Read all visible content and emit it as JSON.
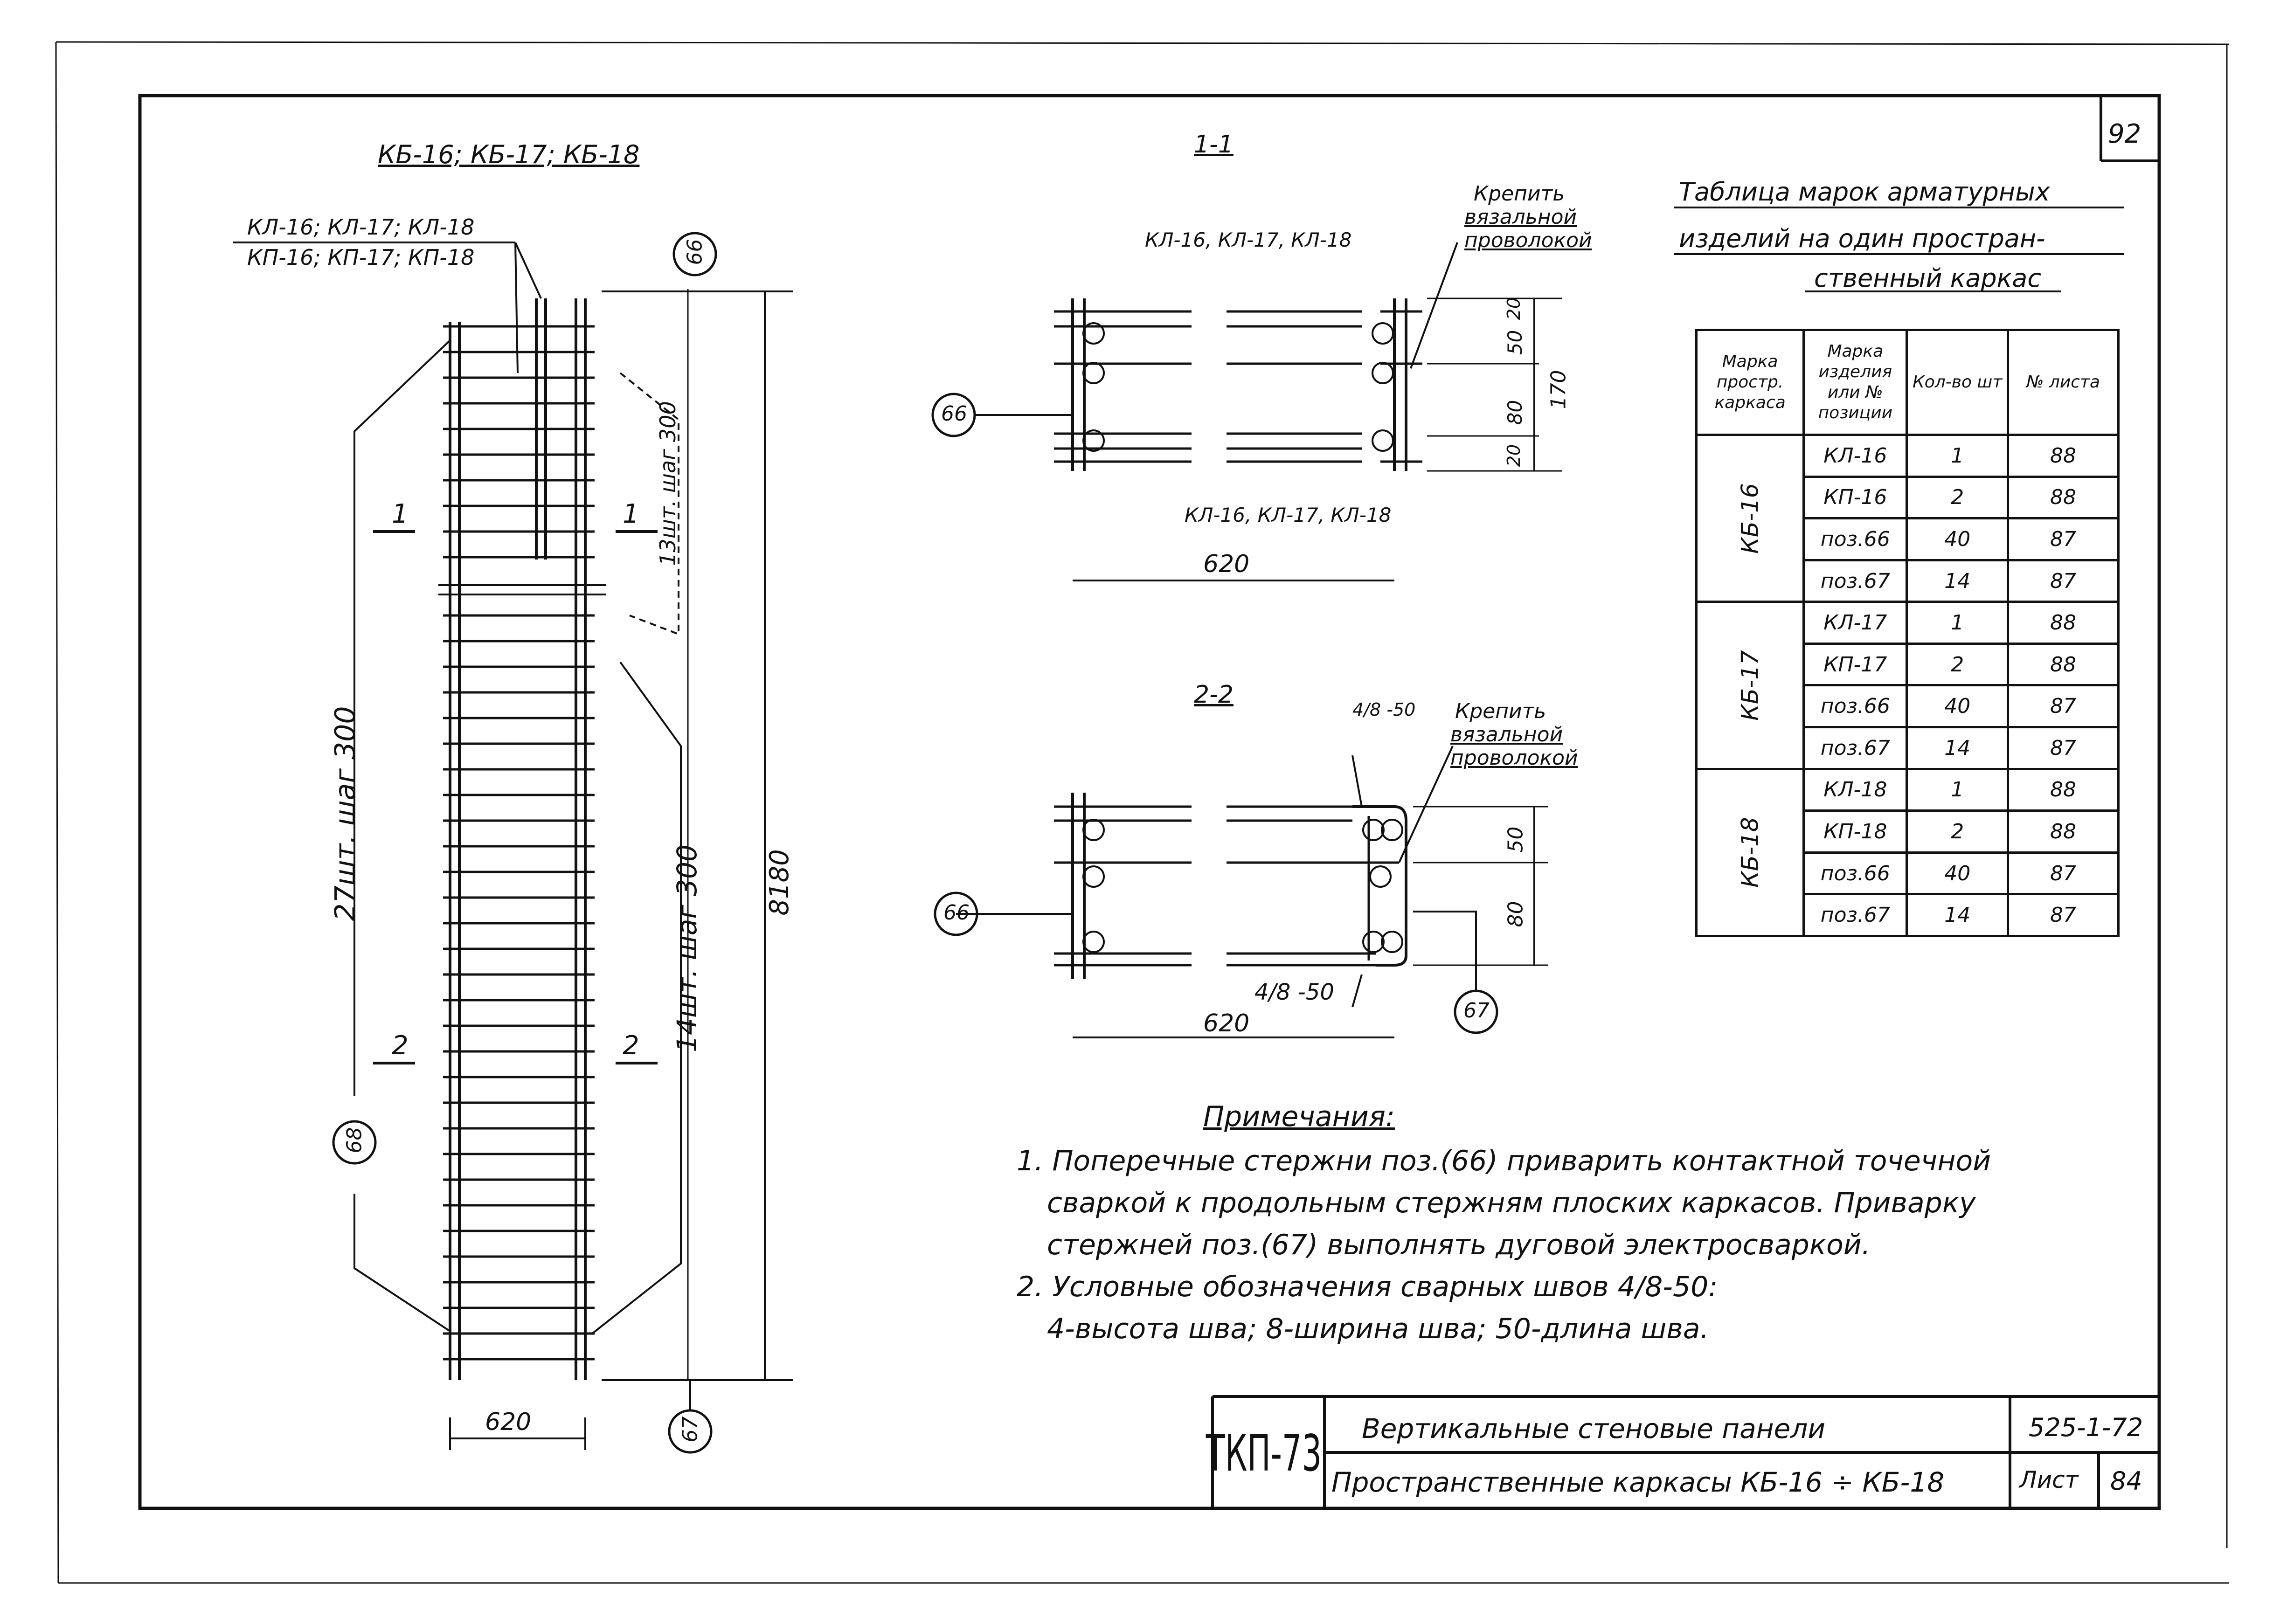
{
  "sheet": {
    "corner_number": "92",
    "stamp_code": "ТКП-73",
    "title_line1": "Вертикальные стеновые панели",
    "title_line2": "Пространственные каркасы КБ-16 ÷ КБ-18",
    "series": "525-1-72",
    "sheet_label": "Лист",
    "sheet_number": "84"
  },
  "left_view": {
    "title": "КБ-16; КБ-17; КБ-18",
    "frame_labels_1": "КЛ-16; КЛ-17; КЛ-18",
    "frame_labels_2": "КП-16; КП-17; КП-18",
    "pos_top": "66",
    "pos_left": "68",
    "pos_bottom": "67",
    "dim_width": "620",
    "dim_height": "8180",
    "left_spacing": "27шт. шаг 300",
    "right_spacing_top": "13шт. шаг 300",
    "right_spacing_bottom": "14шт. шаг 300",
    "section1_mark": "1",
    "section2_mark": "2"
  },
  "section1": {
    "title": "1-1",
    "top_label": "КЛ-16, КЛ-17, КЛ-18",
    "bottom_label": "КЛ-16, КЛ-17, КЛ-18",
    "note_l1": "Крепить",
    "note_l2": "вязальной",
    "note_l3": "проволокой",
    "pos": "66",
    "dim_20": "20",
    "dim_50": "50",
    "dim_80": "80",
    "dim_20b": "20",
    "dim_170": "170",
    "dim_620": "620"
  },
  "section2": {
    "title": "2-2",
    "weld_top": "4/8 -50",
    "weld_bottom": "4/8 -50",
    "note_l1": "Крепить",
    "note_l2": "вязальной",
    "note_l3": "проволокой",
    "pos_left": "66",
    "pos_right": "67",
    "dim_50": "50",
    "dim_80": "80",
    "dim_620": "620"
  },
  "table": {
    "title_l1": "Таблица марок арматурных",
    "title_l2": "изделий на один простран-",
    "title_l3": "ственный каркас",
    "headers": [
      "Марка простр. каркаса",
      "Марка изделия или № позиции",
      "Кол-во шт",
      "№ листа"
    ],
    "groups": [
      {
        "frame": "КБ-16",
        "rows": [
          [
            "КЛ-16",
            "1",
            "88"
          ],
          [
            "КП-16",
            "2",
            "88"
          ],
          [
            "поз.66",
            "40",
            "87"
          ],
          [
            "поз.67",
            "14",
            "87"
          ]
        ]
      },
      {
        "frame": "КБ-17",
        "rows": [
          [
            "КЛ-17",
            "1",
            "88"
          ],
          [
            "КП-17",
            "2",
            "88"
          ],
          [
            "поз.66",
            "40",
            "87"
          ],
          [
            "поз.67",
            "14",
            "87"
          ]
        ]
      },
      {
        "frame": "КБ-18",
        "rows": [
          [
            "КЛ-18",
            "1",
            "88"
          ],
          [
            "КП-18",
            "2",
            "88"
          ],
          [
            "поз.66",
            "40",
            "87"
          ],
          [
            "поз.67",
            "14",
            "87"
          ]
        ]
      }
    ]
  },
  "notes": {
    "heading": "Примечания:",
    "lines": [
      "1. Поперечные стержни поз.(66) приварить контактной точечной",
      "сваркой к продольным стержням плоских каркасов. Приварку",
      "стержней поз.(67) выполнять дуговой электросваркой.",
      "2. Условные обозначения сварных швов 4/8-50:",
      "4-высота шва; 8-ширина шва; 50-длина шва."
    ]
  }
}
